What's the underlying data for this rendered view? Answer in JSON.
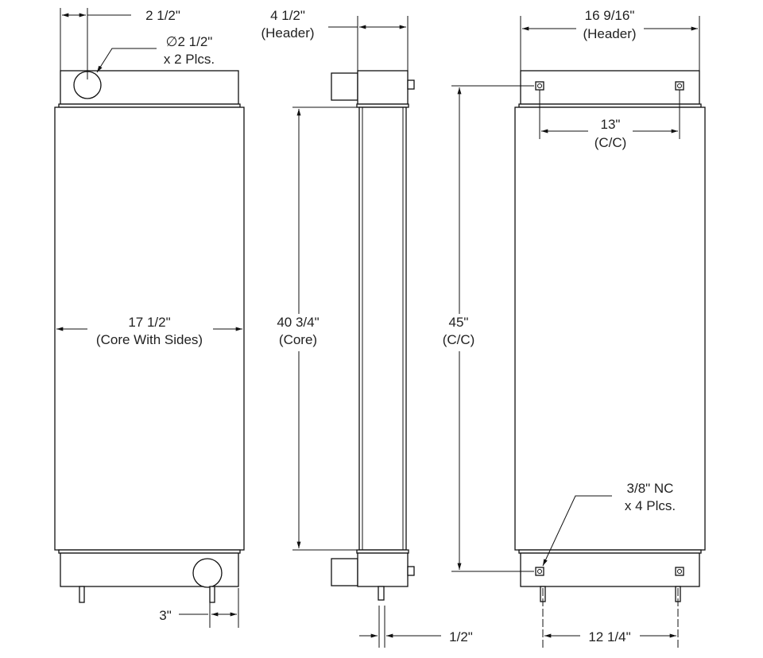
{
  "front_view": {
    "dim_offset": "2 1/2\"",
    "dim_hole_dia": "∅2 1/2\"",
    "dim_hole_qty": "x 2 Plcs.",
    "dim_core_width": "17 1/2\"",
    "dim_core_width_note": "(Core With Sides)",
    "dim_bottom_offset": "3\""
  },
  "side_view": {
    "dim_header_depth": "4 1/2\"",
    "dim_header_depth_note": "(Header)",
    "dim_core_height": "40 3/4\"",
    "dim_core_height_note": "(Core)",
    "dim_pipe": "1/2\""
  },
  "rear_view": {
    "dim_header_width": "16 9/16\"",
    "dim_header_width_note": "(Header)",
    "dim_top_cc": "13\"",
    "dim_top_cc_note": "(C/C)",
    "dim_vertical_cc": "45\"",
    "dim_vertical_cc_note": "(C/C)",
    "dim_thread": "3/8\" NC",
    "dim_thread_qty": "x 4 Plcs.",
    "dim_bottom_cc": "12 1/4\""
  }
}
